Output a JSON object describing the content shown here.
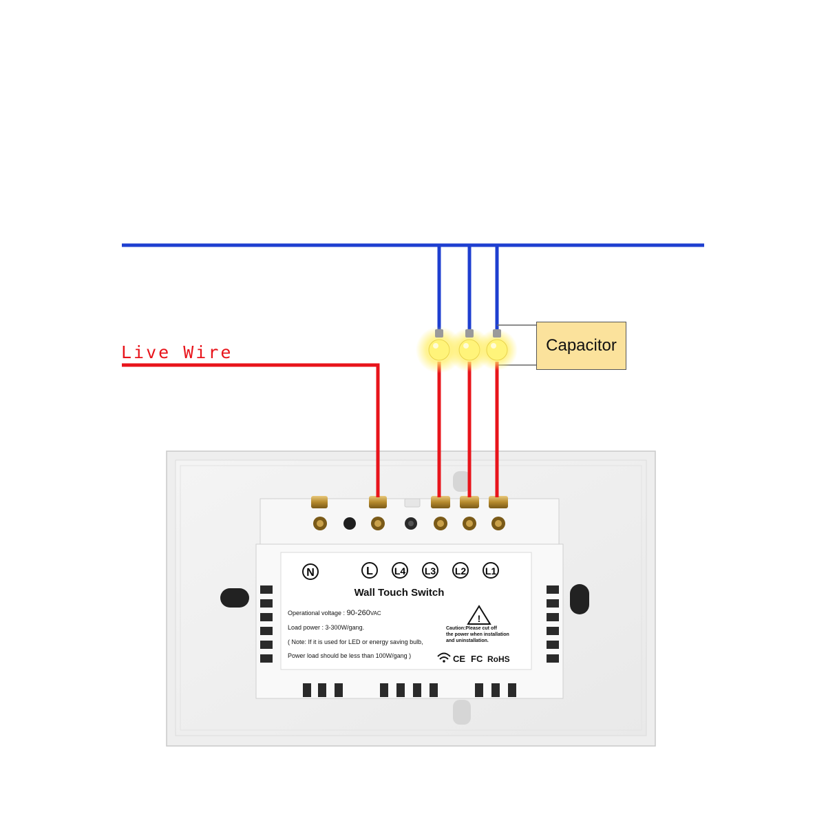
{
  "labels": {
    "live_wire": "Live Wire",
    "capacitor": "Capacitor"
  },
  "switch": {
    "terminals": [
      "N",
      "L",
      "L4",
      "L3",
      "L2",
      "L1"
    ],
    "title": "Wall Touch Switch",
    "spec_voltage_label": "Operational voltage : ",
    "spec_voltage_value": "90-260",
    "spec_voltage_unit": "VAC",
    "spec_load": "Load power : 3-300W/gang.",
    "spec_note": "( Note: If it is used for LED or energy saving bulb,",
    "spec_note2": "Power load should be less than 100W/gang )",
    "caution_line1": "Caution:Please cut off",
    "caution_line2": "the power when installation",
    "caution_line3": "and uninstallation.",
    "cert_ce": "CE",
    "cert_fc": "FC",
    "cert_rohs": "RoHS",
    "warning_glyph": "!"
  },
  "colors": {
    "neutral_wire": "#1e3fd0",
    "live_wire": "#e8141b",
    "capacitor_fill": "#fbe29c",
    "bulb_glow": "#fff06a"
  },
  "icons": [
    "wifi-icon",
    "warning-icon",
    "bulb-icon"
  ]
}
